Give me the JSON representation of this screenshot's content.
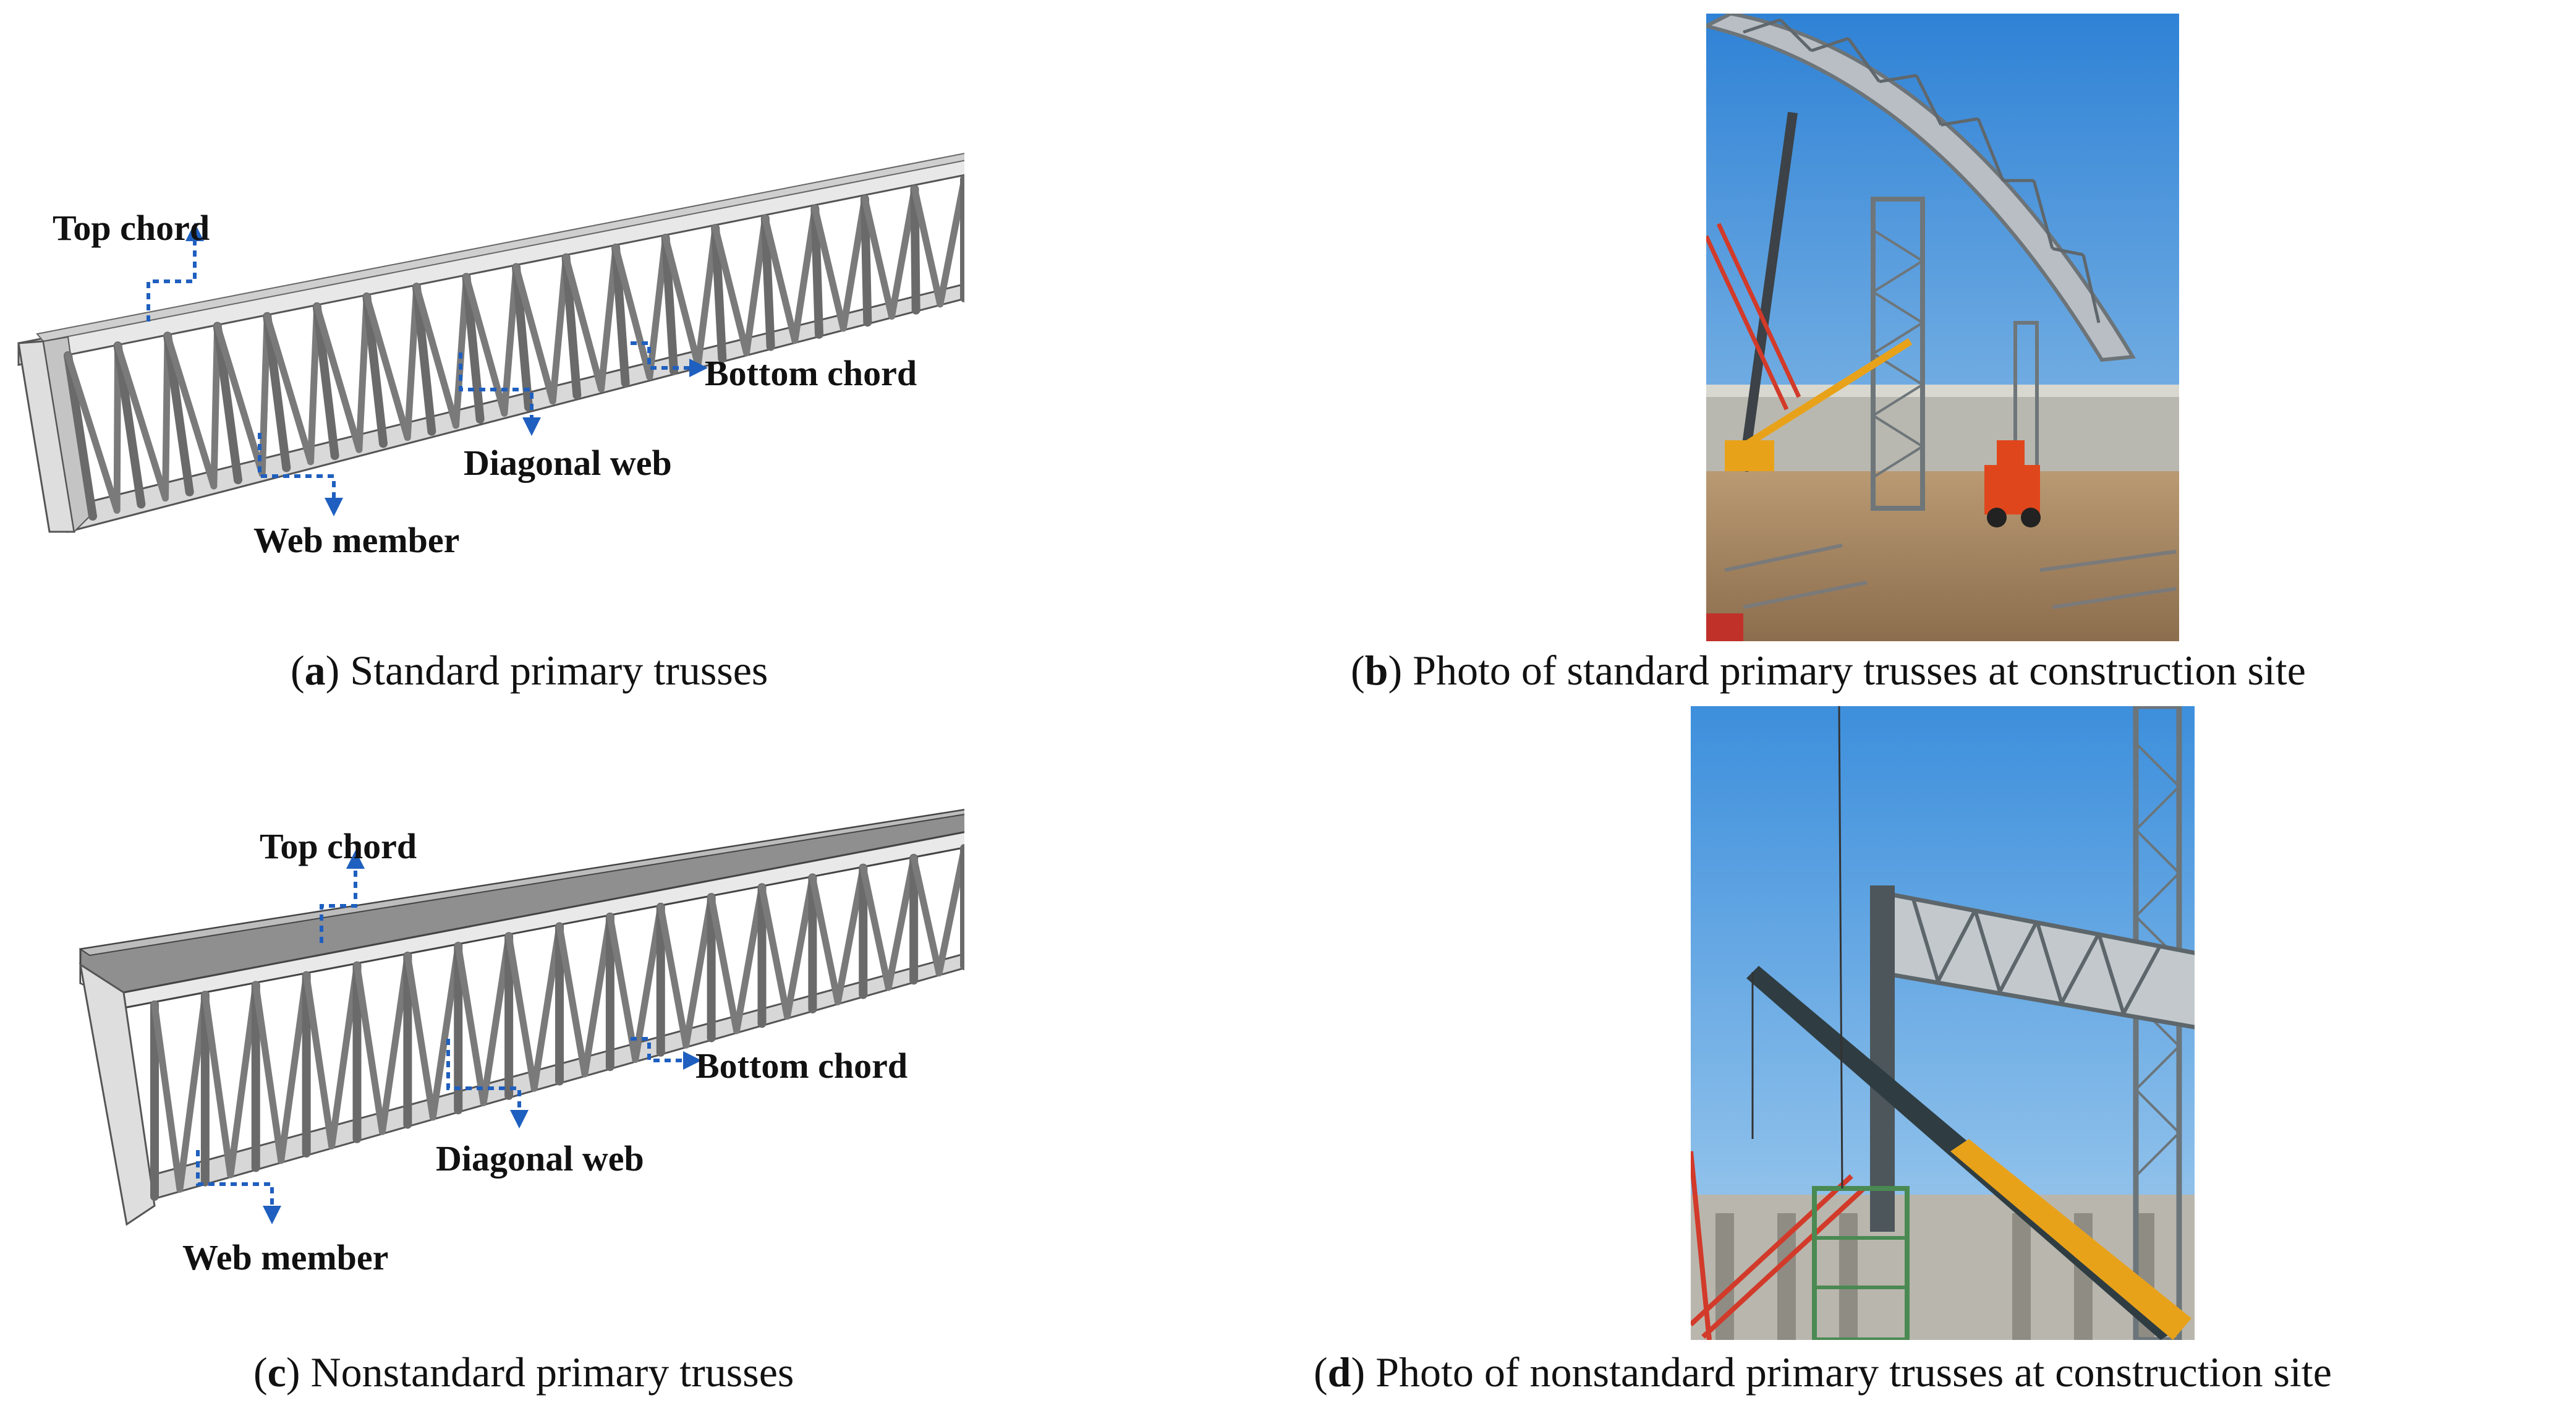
{
  "panels": {
    "a": {
      "letter": "a",
      "caption": "Standard primary trusses",
      "labels": {
        "top_chord": "Top chord",
        "bottom_chord": "Bottom chord",
        "diagonal_web": "Diagonal web",
        "web_member": "Web member"
      }
    },
    "b": {
      "letter": "b",
      "caption": "Photo of standard primary trusses at construction site"
    },
    "c": {
      "letter": "c",
      "caption": "Nonstandard primary trusses",
      "labels": {
        "top_chord": "Top chord",
        "bottom_chord": "Bottom chord",
        "diagonal_web": "Diagonal web",
        "web_member": "Web member"
      }
    },
    "d": {
      "letter": "d",
      "caption": "Photo of nonstandard primary trusses at construction site"
    }
  },
  "colors": {
    "leader": "#1f5fbf",
    "steel_light": "#e6e6e6",
    "steel_mid": "#c8c8c8",
    "steel_dark": "#9a9a9a",
    "sky_top": "#2f82d6",
    "sky_bottom": "#9cc8ea",
    "ground": "#c9a57a",
    "crane_red": "#d23a2a",
    "crane_yellow": "#e8a21a"
  }
}
